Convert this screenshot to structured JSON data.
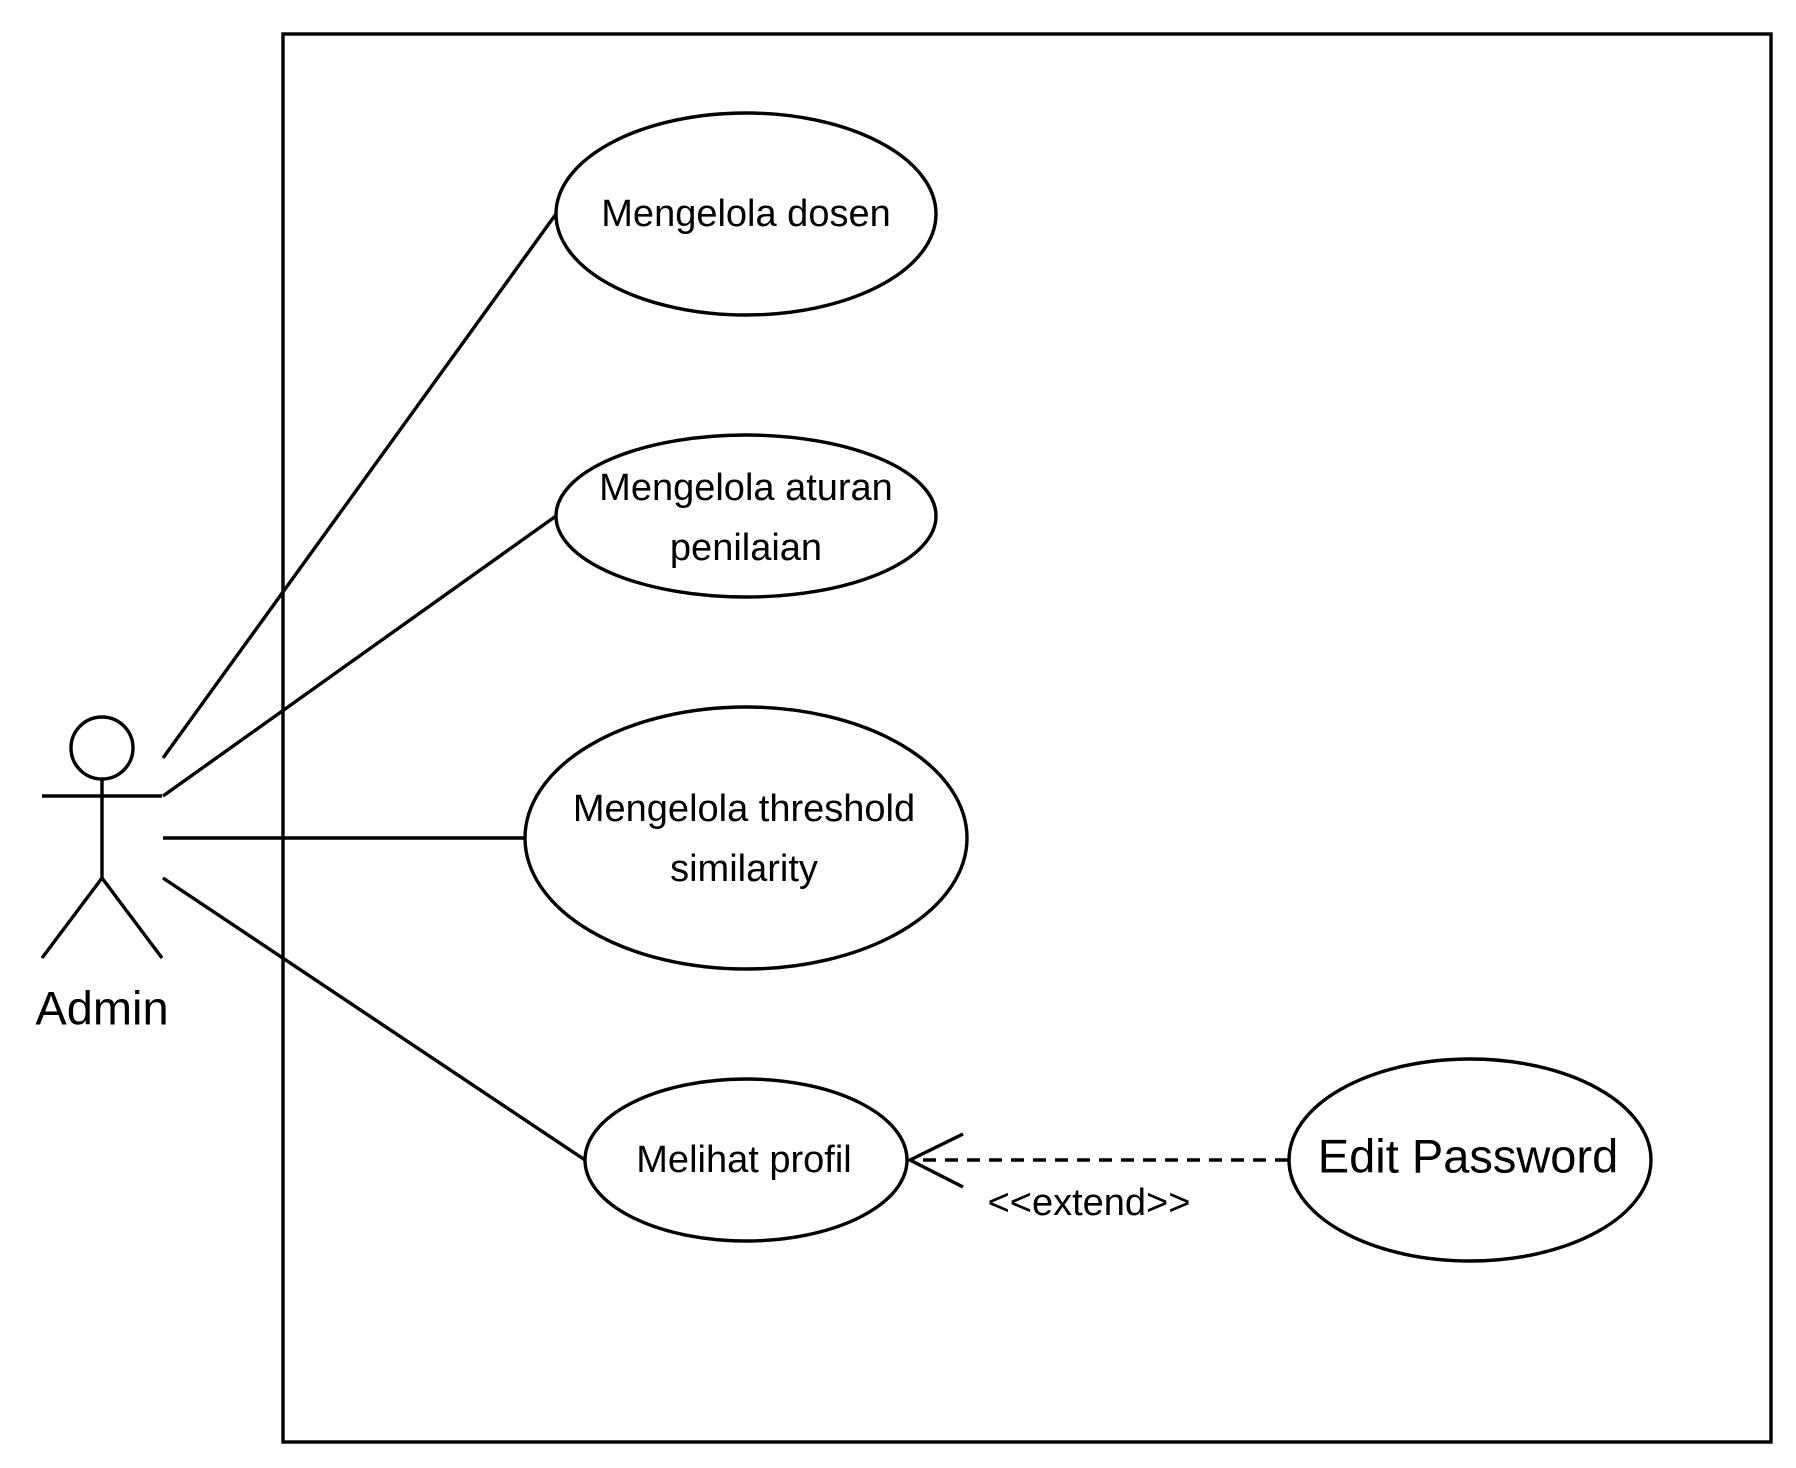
{
  "actor": {
    "name": "Admin",
    "icon": "stick-figure-icon"
  },
  "use_cases": [
    {
      "id": "uc1",
      "lines": [
        "Mengelola dosen"
      ]
    },
    {
      "id": "uc2",
      "lines": [
        "Mengelola aturan",
        "penilaian"
      ]
    },
    {
      "id": "uc3",
      "lines": [
        "Mengelola threshold",
        "similarity"
      ]
    },
    {
      "id": "uc4",
      "lines": [
        "Melihat profil"
      ]
    },
    {
      "id": "uc5",
      "lines": [
        "Edit Password"
      ]
    }
  ],
  "relations": {
    "extend": {
      "label": "<<extend>>",
      "from": "Edit Password",
      "to": "Melihat profil"
    }
  },
  "colors": {
    "stroke": "#000000",
    "background": "#ffffff"
  }
}
